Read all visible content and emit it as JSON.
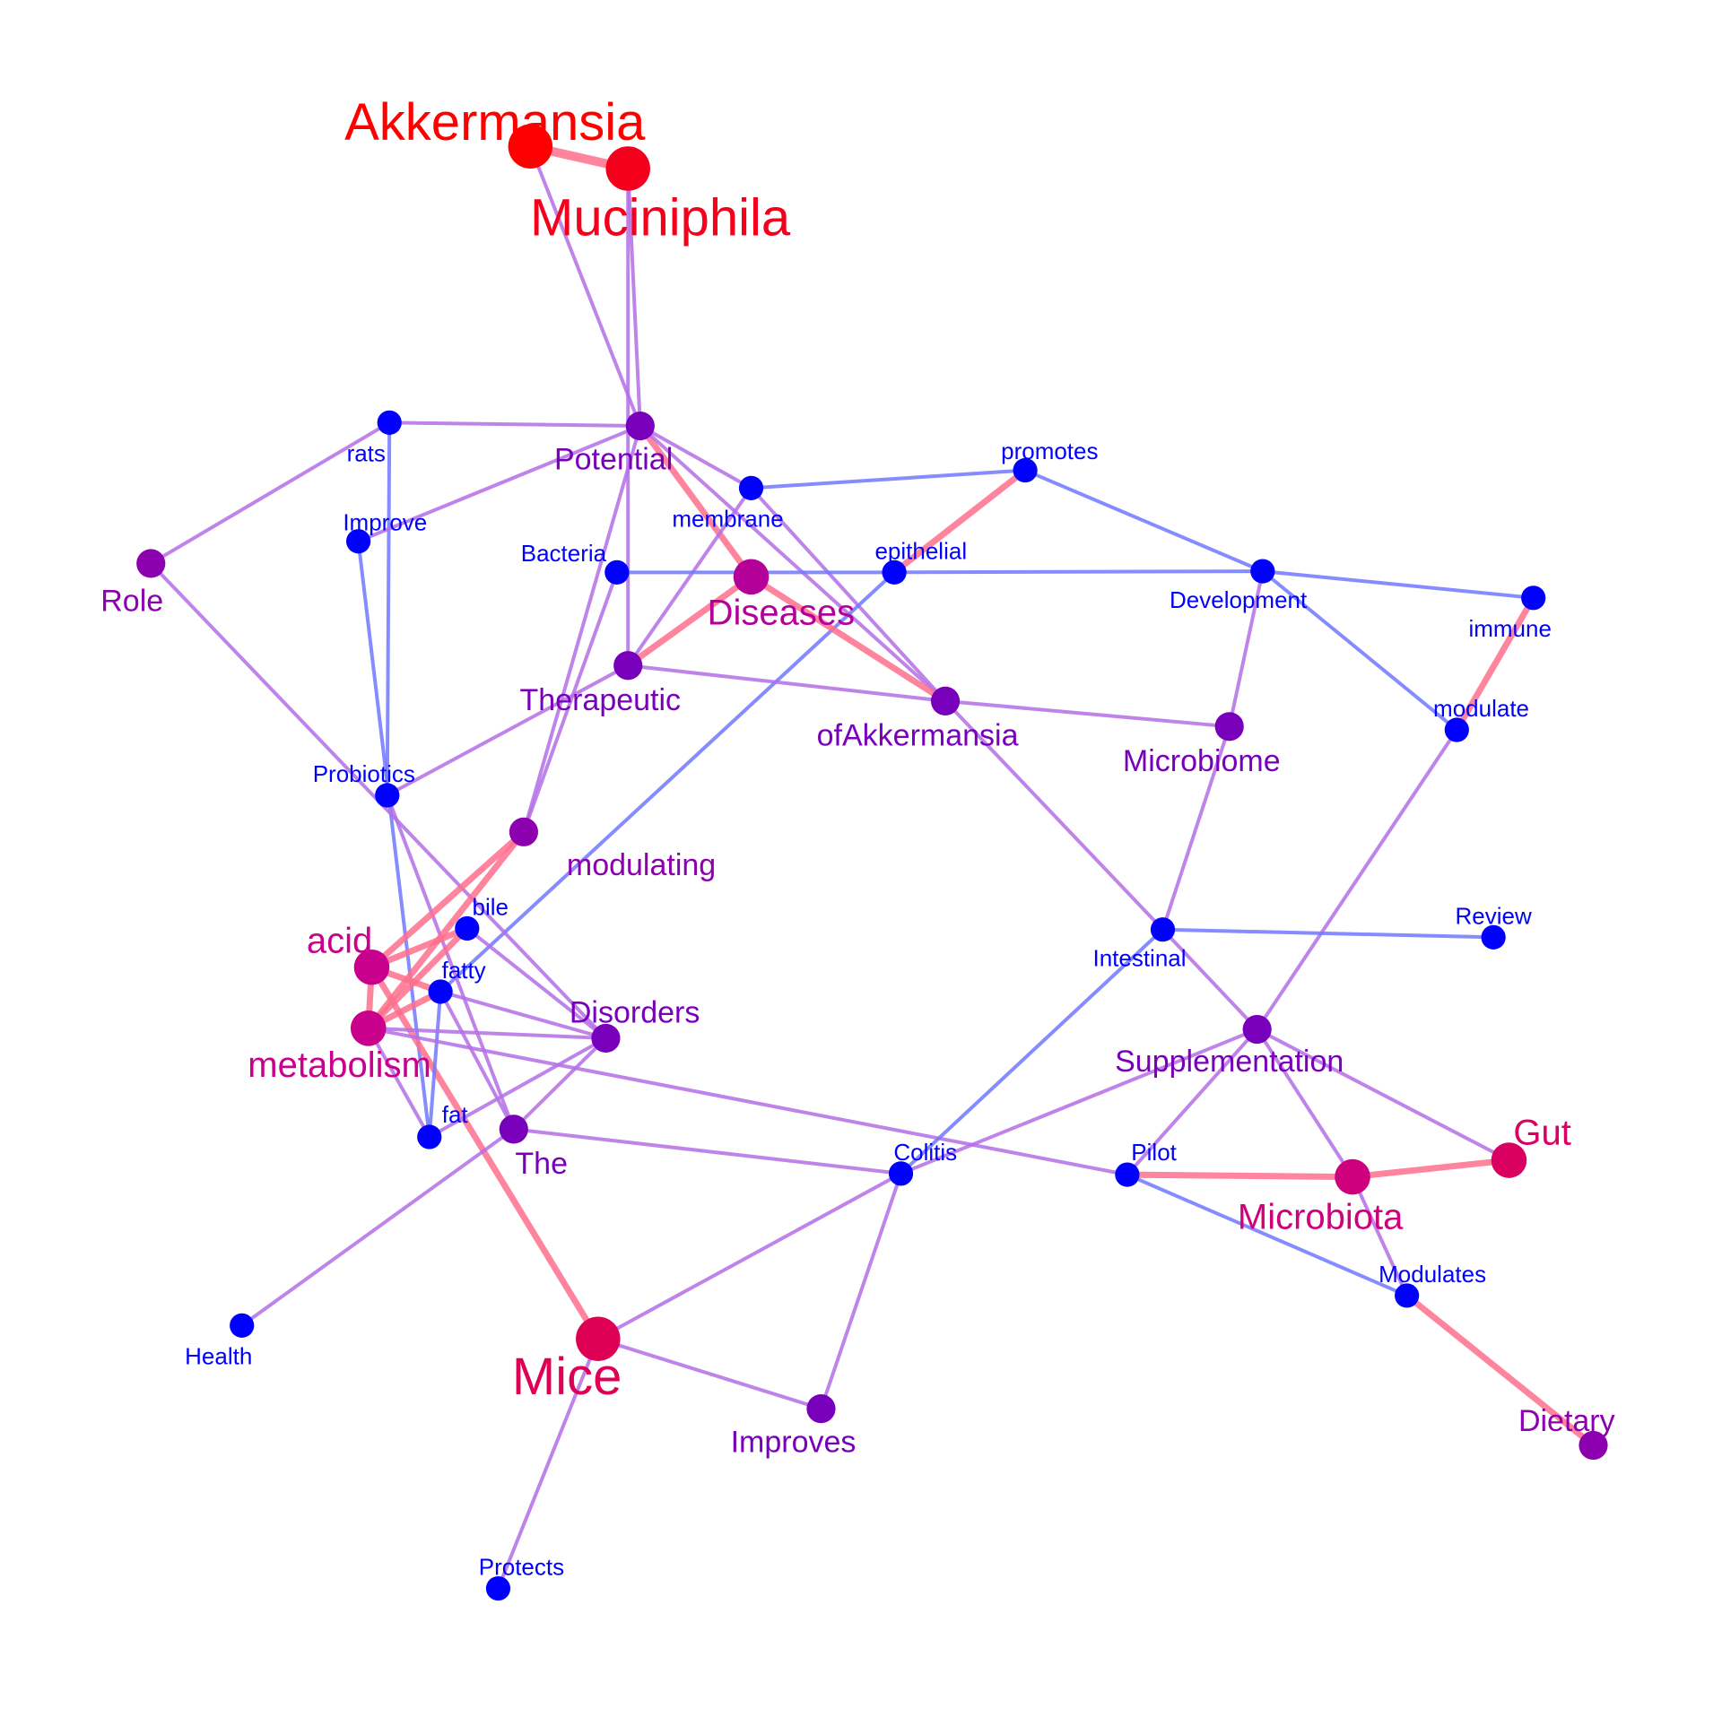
{
  "colors": {
    "strong": "#ff0000",
    "medium": "#c8008c",
    "weak": "#0000ff",
    "edge_strong": "#ff6e8c",
    "edge_mid": "#b46ee6",
    "edge_weak": "#6e78ff"
  },
  "nodes": [
    {
      "id": "akkermansia",
      "label": "Akkermansia",
      "level": 1.0,
      "tier": 4
    },
    {
      "id": "muciniphila",
      "label": "Muciniphila",
      "level": 0.9,
      "tier": 4
    },
    {
      "id": "potential",
      "label": "Potential",
      "level": 0.3,
      "tier": 2
    },
    {
      "id": "rats",
      "label": "rats",
      "level": 0.0,
      "tier": 1
    },
    {
      "id": "improve",
      "label": "Improve",
      "level": 0.0,
      "tier": 1
    },
    {
      "id": "membrane",
      "label": "membrane",
      "level": 0.0,
      "tier": 1
    },
    {
      "id": "promotes",
      "label": "promotes",
      "level": 0.0,
      "tier": 1
    },
    {
      "id": "role",
      "label": "Role",
      "level": 0.35,
      "tier": 2
    },
    {
      "id": "bacteria",
      "label": "Bacteria",
      "level": 0.0,
      "tier": 1
    },
    {
      "id": "diseases",
      "label": "Diseases",
      "level": 0.45,
      "tier": 3
    },
    {
      "id": "epithelial",
      "label": "epithelial",
      "level": 0.0,
      "tier": 1
    },
    {
      "id": "development",
      "label": "Development",
      "level": 0.0,
      "tier": 1
    },
    {
      "id": "immune",
      "label": "immune",
      "level": 0.0,
      "tier": 1
    },
    {
      "id": "therapeutic",
      "label": "Therapeutic",
      "level": 0.3,
      "tier": 2
    },
    {
      "id": "ofakkermansia",
      "label": "ofAkkermansia",
      "level": 0.3,
      "tier": 2
    },
    {
      "id": "modulate",
      "label": "modulate",
      "level": 0.0,
      "tier": 1
    },
    {
      "id": "microbiome",
      "label": "Microbiome",
      "level": 0.3,
      "tier": 2
    },
    {
      "id": "probiotics",
      "label": "Probiotics",
      "level": 0.0,
      "tier": 1
    },
    {
      "id": "modulating",
      "label": "modulating",
      "level": 0.35,
      "tier": 2
    },
    {
      "id": "bile",
      "label": "bile",
      "level": 0.0,
      "tier": 1
    },
    {
      "id": "acid",
      "label": "acid",
      "level": 0.5,
      "tier": 3
    },
    {
      "id": "review",
      "label": "Review",
      "level": 0.0,
      "tier": 1
    },
    {
      "id": "intestinal",
      "label": "Intestinal",
      "level": 0.0,
      "tier": 1
    },
    {
      "id": "fatty",
      "label": "fatty",
      "level": 0.0,
      "tier": 1
    },
    {
      "id": "disorders",
      "label": "Disorders",
      "level": 0.3,
      "tier": 2
    },
    {
      "id": "supplementation",
      "label": "Supplementation",
      "level": 0.3,
      "tier": 2
    },
    {
      "id": "metabolism",
      "label": "metabolism",
      "level": 0.5,
      "tier": 3
    },
    {
      "id": "gut",
      "label": "Gut",
      "level": 0.65,
      "tier": 3
    },
    {
      "id": "fat",
      "label": "fat",
      "level": 0.0,
      "tier": 1
    },
    {
      "id": "the",
      "label": "The",
      "level": 0.3,
      "tier": 2
    },
    {
      "id": "colitis",
      "label": "Colitis",
      "level": 0.0,
      "tier": 1
    },
    {
      "id": "pilot",
      "label": "Pilot",
      "level": 0.0,
      "tier": 1
    },
    {
      "id": "microbiota",
      "label": "Microbiota",
      "level": 0.55,
      "tier": 3
    },
    {
      "id": "modulates",
      "label": "Modulates",
      "level": 0.0,
      "tier": 1
    },
    {
      "id": "health",
      "label": "Health",
      "level": 0.0,
      "tier": 1
    },
    {
      "id": "mice",
      "label": "Mice",
      "level": 0.7,
      "tier": 4
    },
    {
      "id": "improves",
      "label": "Improves",
      "level": 0.3,
      "tier": 2
    },
    {
      "id": "dietary",
      "label": "Dietary",
      "level": 0.35,
      "tier": 2
    },
    {
      "id": "protects",
      "label": "Protects",
      "level": 0.0,
      "tier": 1
    }
  ],
  "edges": [
    {
      "source": "akkermansia",
      "target": "muciniphila",
      "weight": 3
    },
    {
      "source": "akkermansia",
      "target": "potential",
      "weight": 1
    },
    {
      "source": "muciniphila",
      "target": "potential",
      "weight": 1
    },
    {
      "source": "muciniphila",
      "target": "therapeutic",
      "weight": 1
    },
    {
      "source": "rats",
      "target": "potential",
      "weight": 1
    },
    {
      "source": "rats",
      "target": "role",
      "weight": 1
    },
    {
      "source": "rats",
      "target": "probiotics",
      "weight": 1
    },
    {
      "source": "improve",
      "target": "potential",
      "weight": 1
    },
    {
      "source": "improve",
      "target": "fat",
      "weight": 1
    },
    {
      "source": "potential",
      "target": "diseases",
      "weight": 2
    },
    {
      "source": "potential",
      "target": "ofakkermansia",
      "weight": 1
    },
    {
      "source": "potential",
      "target": "modulating",
      "weight": 1
    },
    {
      "source": "potential",
      "target": "membrane",
      "weight": 1
    },
    {
      "source": "membrane",
      "target": "promotes",
      "weight": 1
    },
    {
      "source": "membrane",
      "target": "ofakkermansia",
      "weight": 1
    },
    {
      "source": "membrane",
      "target": "therapeutic",
      "weight": 1
    },
    {
      "source": "promotes",
      "target": "epithelial",
      "weight": 2
    },
    {
      "source": "promotes",
      "target": "development",
      "weight": 1
    },
    {
      "source": "bacteria",
      "target": "epithelial",
      "weight": 1
    },
    {
      "source": "bacteria",
      "target": "modulating",
      "weight": 1
    },
    {
      "source": "epithelial",
      "target": "development",
      "weight": 1
    },
    {
      "source": "epithelial",
      "target": "fatty",
      "weight": 1
    },
    {
      "source": "development",
      "target": "immune",
      "weight": 1
    },
    {
      "source": "development",
      "target": "microbiome",
      "weight": 1
    },
    {
      "source": "development",
      "target": "modulate",
      "weight": 1
    },
    {
      "source": "immune",
      "target": "modulate",
      "weight": 2
    },
    {
      "source": "diseases",
      "target": "therapeutic",
      "weight": 2
    },
    {
      "source": "diseases",
      "target": "ofakkermansia",
      "weight": 2
    },
    {
      "source": "therapeutic",
      "target": "ofakkermansia",
      "weight": 1
    },
    {
      "source": "therapeutic",
      "target": "probiotics",
      "weight": 1
    },
    {
      "source": "ofakkermansia",
      "target": "microbiome",
      "weight": 1
    },
    {
      "source": "ofakkermansia",
      "target": "intestinal",
      "weight": 1
    },
    {
      "source": "microbiome",
      "target": "intestinal",
      "weight": 1
    },
    {
      "source": "modulate",
      "target": "supplementation",
      "weight": 1
    },
    {
      "source": "role",
      "target": "disorders",
      "weight": 1
    },
    {
      "source": "probiotics",
      "target": "the",
      "weight": 1
    },
    {
      "source": "modulating",
      "target": "acid",
      "weight": 2
    },
    {
      "source": "modulating",
      "target": "metabolism",
      "weight": 2
    },
    {
      "source": "bile",
      "target": "acid",
      "weight": 2
    },
    {
      "source": "bile",
      "target": "metabolism",
      "weight": 2
    },
    {
      "source": "bile",
      "target": "disorders",
      "weight": 1
    },
    {
      "source": "acid",
      "target": "fatty",
      "weight": 2
    },
    {
      "source": "acid",
      "target": "metabolism",
      "weight": 2
    },
    {
      "source": "acid",
      "target": "mice",
      "weight": 2
    },
    {
      "source": "fatty",
      "target": "fat",
      "weight": 1
    },
    {
      "source": "fatty",
      "target": "disorders",
      "weight": 1
    },
    {
      "source": "fatty",
      "target": "metabolism",
      "weight": 2
    },
    {
      "source": "fatty",
      "target": "the",
      "weight": 1
    },
    {
      "source": "metabolism",
      "target": "disorders",
      "weight": 1
    },
    {
      "source": "metabolism",
      "target": "fat",
      "weight": 1
    },
    {
      "source": "metabolism",
      "target": "pilot",
      "weight": 1
    },
    {
      "source": "disorders",
      "target": "fat",
      "weight": 1
    },
    {
      "source": "disorders",
      "target": "the",
      "weight": 1
    },
    {
      "source": "intestinal",
      "target": "review",
      "weight": 1
    },
    {
      "source": "intestinal",
      "target": "supplementation",
      "weight": 1
    },
    {
      "source": "intestinal",
      "target": "colitis",
      "weight": 1
    },
    {
      "source": "supplementation",
      "target": "microbiota",
      "weight": 1
    },
    {
      "source": "supplementation",
      "target": "gut",
      "weight": 1
    },
    {
      "source": "supplementation",
      "target": "pilot",
      "weight": 1
    },
    {
      "source": "supplementation",
      "target": "colitis",
      "weight": 1
    },
    {
      "source": "the",
      "target": "colitis",
      "weight": 1
    },
    {
      "source": "the",
      "target": "health",
      "weight": 1
    },
    {
      "source": "colitis",
      "target": "mice",
      "weight": 1
    },
    {
      "source": "colitis",
      "target": "improves",
      "weight": 1
    },
    {
      "source": "pilot",
      "target": "microbiota",
      "weight": 2
    },
    {
      "source": "pilot",
      "target": "modulates",
      "weight": 1
    },
    {
      "source": "microbiota",
      "target": "gut",
      "weight": 2
    },
    {
      "source": "microbiota",
      "target": "modulates",
      "weight": 1
    },
    {
      "source": "modulates",
      "target": "dietary",
      "weight": 2
    },
    {
      "source": "mice",
      "target": "improves",
      "weight": 1
    },
    {
      "source": "mice",
      "target": "protects",
      "weight": 1
    }
  ]
}
